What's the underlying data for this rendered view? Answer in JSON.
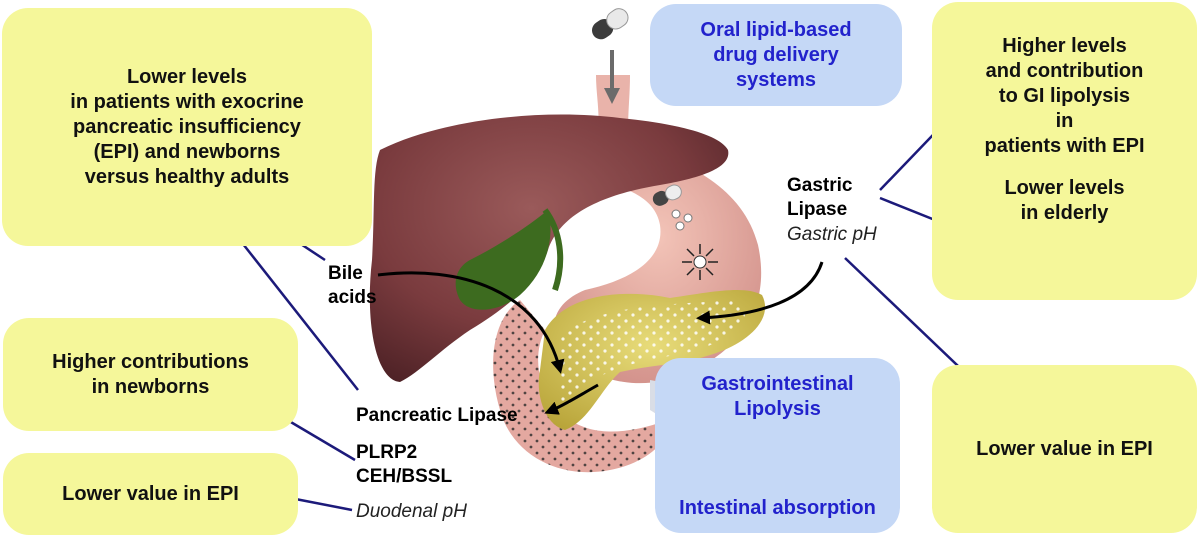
{
  "boxes": {
    "epi_levels": "Lower levels\nin patients with exocrine\npancreatic insufficiency\n(EPI) and newborns\nversus healthy adults",
    "newborns": "Higher contributions\nin newborns",
    "lower_epi_left": "Lower value in EPI",
    "higher_gi": "Higher levels\nand contribution\nto GI lipolysis\nin\npatients with EPI",
    "lower_elderly": "Lower levels\nin elderly",
    "lower_epi_right": "Lower value in EPI",
    "oral_delivery": "Oral lipid-based\ndrug delivery\nsystems",
    "gi_lipolysis": "Gastrointestinal\nLipolysis",
    "intestinal_absorption": "Intestinal absorption"
  },
  "labels": {
    "bile_acids": "Bile\nacids",
    "gastric_lipase": "Gastric\nLipase",
    "gastric_ph": "Gastric pH",
    "pancreatic_lipase": "Pancreatic Lipase",
    "plrp2": "PLRP2",
    "ceh_bssl": "CEH/BSSL",
    "duodenal_ph": "Duodenal pH"
  },
  "colors": {
    "yellow_box": "#f5f79a",
    "blue_box": "#c5d8f6",
    "blue_text": "#2222cc",
    "arrow_navy": "#1c1a7a",
    "liver": "#7a3b3e",
    "stomach": "#e0a29a",
    "pancreas": "#d8c85a",
    "gallbladder": "#3d6b1f"
  }
}
